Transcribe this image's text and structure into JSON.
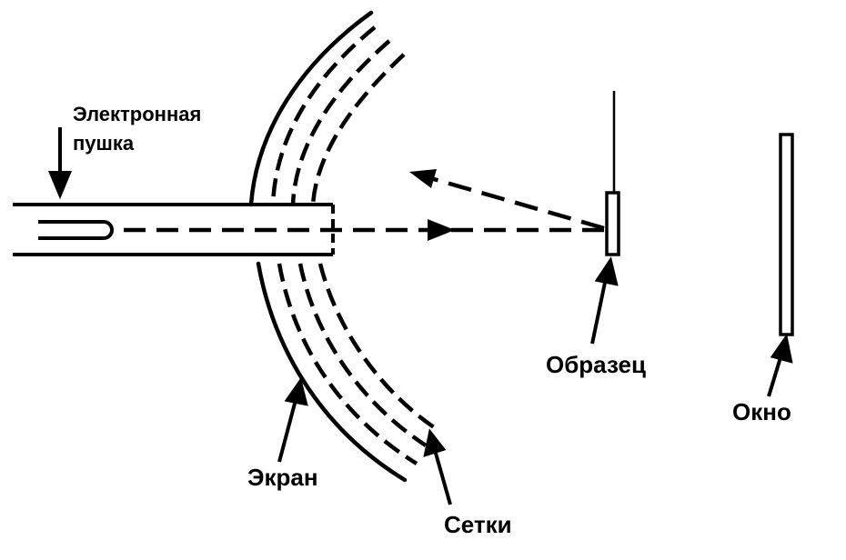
{
  "diagram": {
    "labels": {
      "gun_line1": "Электронная",
      "gun_line2": "пушка",
      "screen": "Экран",
      "grids": "Сетки",
      "sample": "Образец",
      "window": "Окно"
    },
    "colors": {
      "ink": "#000000",
      "background": "#ffffff"
    },
    "icons": {
      "pointer_arrows": "arrow-icon",
      "beam_arrows": "arrowhead-icon"
    }
  }
}
